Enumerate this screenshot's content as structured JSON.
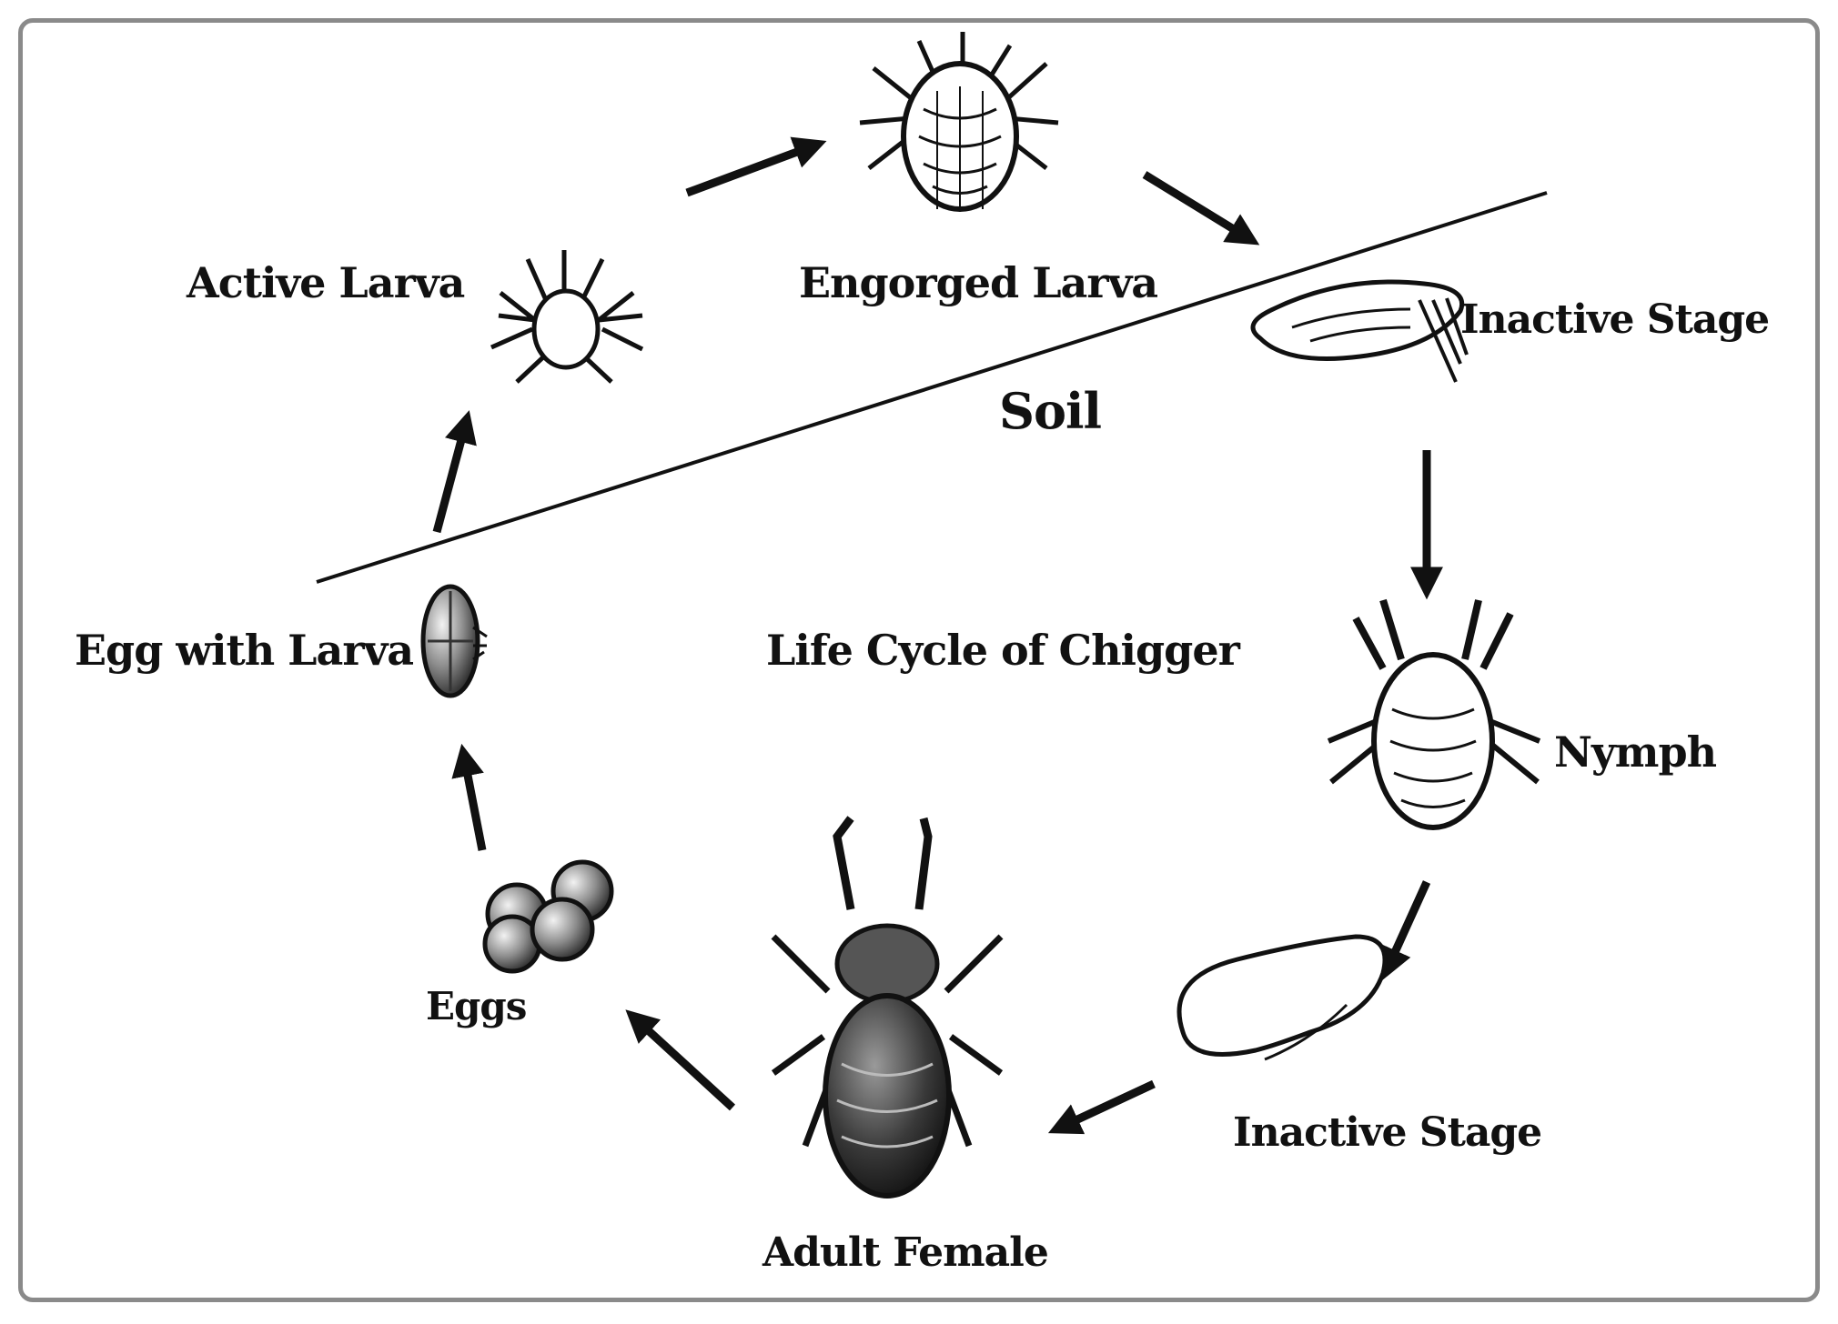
{
  "diagram": {
    "title": "Life Cycle of Chigger",
    "soil_label": "Soil",
    "stages": {
      "active_larva": "Active Larva",
      "engorged_larva": "Engorged Larva",
      "inactive_stage_1": "Inactive Stage",
      "nymph": "Nymph",
      "inactive_stage_2": "Inactive Stage",
      "adult_female": "Adult Female",
      "eggs": "Eggs",
      "egg_with_larva": "Egg with Larva"
    }
  },
  "colors": {
    "ink": "#111111",
    "frame": "#8a8a8a"
  }
}
